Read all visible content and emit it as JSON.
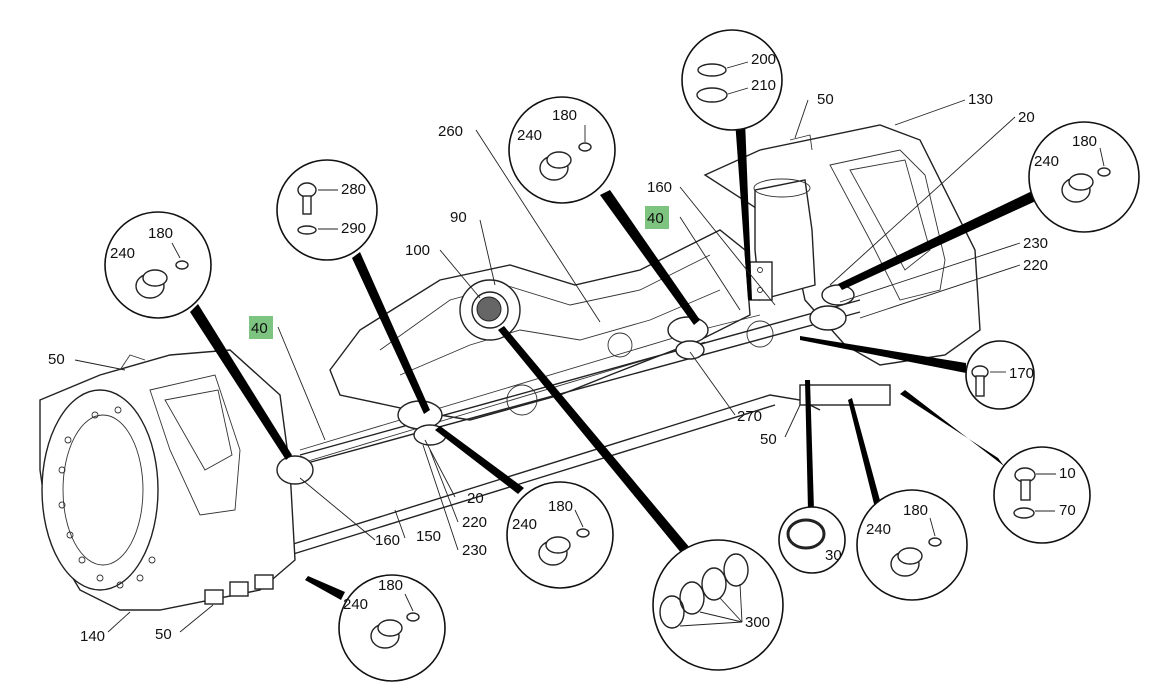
{
  "labels": {
    "l200": "200",
    "l210": "210",
    "l50_top": "50",
    "l130": "130",
    "l20_tr": "20",
    "l180_tr": "180",
    "l240_tr": "240",
    "l180_top": "180",
    "l240_top": "240",
    "l260": "260",
    "l160_top": "160",
    "l40_top": "40",
    "l280": "280",
    "l290": "290",
    "l90": "90",
    "l100": "100",
    "l180_left": "180",
    "l240_left": "240",
    "l40_left": "40",
    "l50_left": "50",
    "l230_r": "230",
    "l220_r": "220",
    "l170": "170",
    "l270": "270",
    "l50_mid": "50",
    "l10": "10",
    "l70": "70",
    "l20_mid": "20",
    "l220_mid": "220",
    "l230_mid": "230",
    "l160_bot": "160",
    "l150": "150",
    "l180_bc": "180",
    "l240_bc": "240",
    "l180_br": "180",
    "l240_br": "240",
    "l30": "30",
    "l300": "300",
    "l140": "140",
    "l50_bot": "50",
    "l180_bl": "180",
    "l240_bl": "240"
  },
  "colors": {
    "highlight": "#7cc47f",
    "ink": "#111111"
  }
}
